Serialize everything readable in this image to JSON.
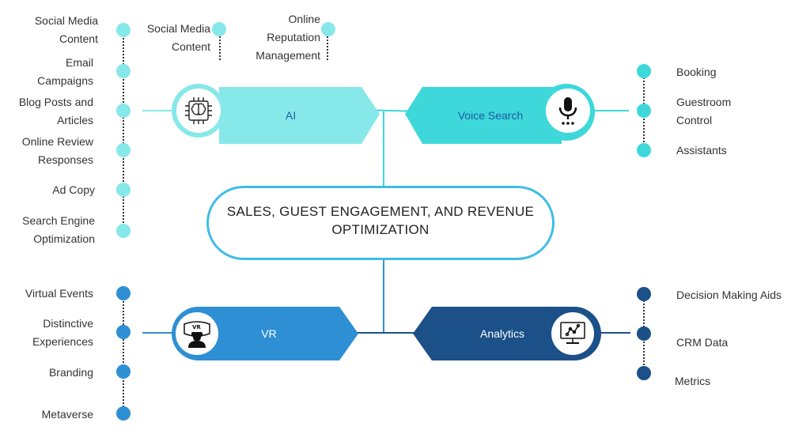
{
  "central": {
    "title": "SALES, GUEST ENGAGEMENT, AND REVENUE OPTIMIZATION"
  },
  "colors": {
    "ai": "#87e8ea",
    "voice": "#3ed8db",
    "vr": "#2e8fd4",
    "analytics": "#1b5089",
    "center_border": "#3fbde6",
    "branch_text_dark": "#1e5aa0",
    "branch_text_light": "#ffffff"
  },
  "branches": {
    "ai": {
      "label": "AI",
      "icon": "brain-chip-icon",
      "items_left": [
        "Social Media Content",
        "Email Campaigns",
        "Blog Posts and Articles",
        "Online Review Responses",
        "Ad Copy",
        "Search Engine Optimization"
      ],
      "items_top": [
        "Social Media Content",
        "Online Reputation Management"
      ]
    },
    "voice": {
      "label": "Voice Search",
      "icon": "microphone-icon",
      "items": [
        "Booking",
        "Guestroom Control",
        "Assistants"
      ]
    },
    "vr": {
      "label": "VR",
      "icon": "vr-headset-icon",
      "items": [
        "Virtual Events",
        "Distinctive Experiences",
        "Branding",
        "Metaverse"
      ]
    },
    "analytics": {
      "label": "Analytics",
      "icon": "analytics-monitor-icon",
      "items": [
        "Decision Making Aids",
        "CRM Data",
        "Metrics"
      ]
    }
  }
}
